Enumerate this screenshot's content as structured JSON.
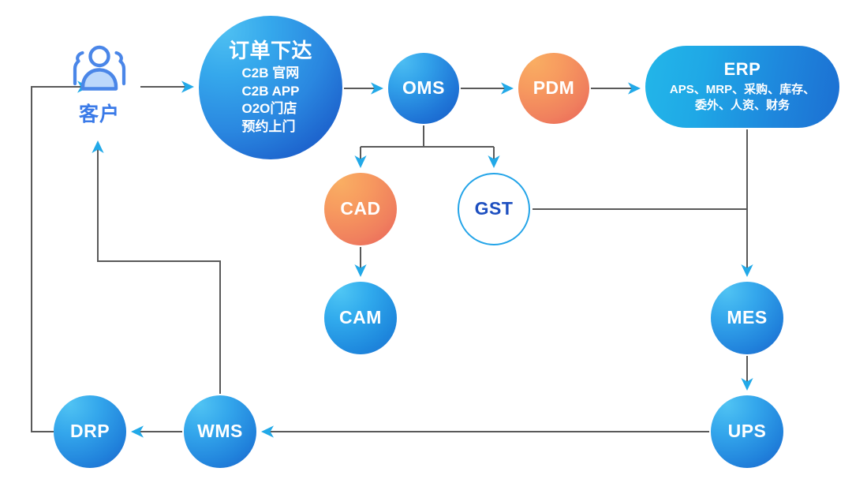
{
  "diagram": {
    "title": "",
    "colors": {
      "line": "#595959",
      "arrow": "#22a9e8",
      "blue_light": "#4fc0f2",
      "blue_dark": "#1653c3",
      "orange_light": "#f9ae63",
      "orange_dark": "#e9615a",
      "cyan": "#23b6e9",
      "gst_border": "#23a4e8",
      "gst_text": "#1d4fc0",
      "customer_text": "#3a7ae8"
    },
    "nodes": {
      "customer": {
        "label": "客户",
        "icon": "user-group-icon"
      },
      "order": {
        "title": "订单下达",
        "sub": "C2B 官网\nC2B APP\nO2O门店\n预约上门",
        "sub_lines": [
          "C2B 官网",
          "C2B APP",
          "O2O门店",
          "预约上门"
        ]
      },
      "oms": {
        "title": "OMS"
      },
      "pdm": {
        "title": "PDM"
      },
      "erp": {
        "title": "ERP",
        "sub": "APS、MRP、采购、库存、\n委外、人资、财务",
        "sub_lines": [
          "APS、MRP、采购、库存、",
          "委外、人资、财务"
        ]
      },
      "cad": {
        "title": "CAD"
      },
      "gst": {
        "title": "GST"
      },
      "cam": {
        "title": "CAM"
      },
      "mes": {
        "title": "MES"
      },
      "ups": {
        "title": "UPS"
      },
      "wms": {
        "title": "WMS"
      },
      "drp": {
        "title": "DRP"
      }
    },
    "edges": [
      {
        "from": "drp-return",
        "to": "customer",
        "type": "arrow"
      },
      {
        "from": "customer",
        "to": "order",
        "type": "arrow"
      },
      {
        "from": "order",
        "to": "oms",
        "type": "arrow"
      },
      {
        "from": "oms",
        "to": "pdm",
        "type": "arrow"
      },
      {
        "from": "pdm",
        "to": "erp",
        "type": "arrow"
      },
      {
        "from": "oms",
        "to": "cad",
        "type": "arrow"
      },
      {
        "from": "oms",
        "to": "gst",
        "type": "arrow"
      },
      {
        "from": "cad",
        "to": "cam",
        "type": "arrow"
      },
      {
        "from": "gst",
        "to": "erp-mes-trunk",
        "type": "line"
      },
      {
        "from": "erp",
        "to": "mes",
        "type": "arrow"
      },
      {
        "from": "mes",
        "to": "ups",
        "type": "arrow"
      },
      {
        "from": "ups",
        "to": "wms",
        "type": "arrow"
      },
      {
        "from": "wms",
        "to": "drp",
        "type": "arrow"
      },
      {
        "from": "wms",
        "to": "customer",
        "type": "arrow"
      }
    ]
  }
}
